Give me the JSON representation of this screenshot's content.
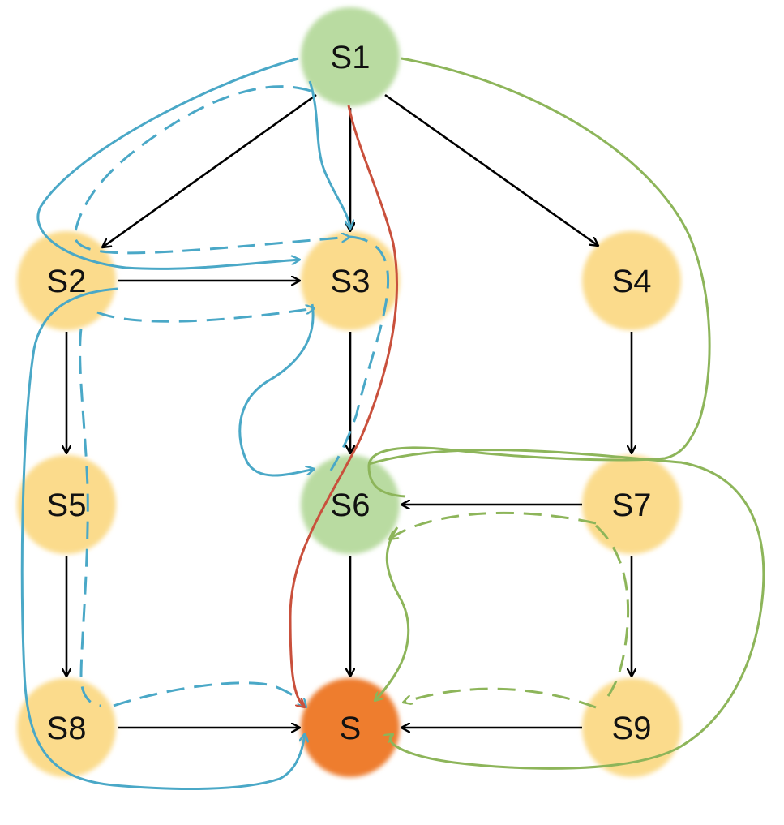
{
  "nodes": {
    "s1": {
      "label": "S1",
      "color": "#b9dba1"
    },
    "s2": {
      "label": "S2",
      "color": "#fbdb8c"
    },
    "s3": {
      "label": "S3",
      "color": "#fbdb8c"
    },
    "s4": {
      "label": "S4",
      "color": "#fbdb8c"
    },
    "s5": {
      "label": "S5",
      "color": "#fbdb8c"
    },
    "s6": {
      "label": "S6",
      "color": "#b9dba1"
    },
    "s7": {
      "label": "S7",
      "color": "#fbdb8c"
    },
    "s8": {
      "label": "S8",
      "color": "#fbdb8c"
    },
    "s9": {
      "label": "S9",
      "color": "#fbdb8c"
    },
    "s": {
      "label": "S",
      "color": "#ee7d2f"
    }
  },
  "edges": [
    {
      "from": "S1",
      "to": "S2"
    },
    {
      "from": "S1",
      "to": "S3"
    },
    {
      "from": "S1",
      "to": "S4"
    },
    {
      "from": "S2",
      "to": "S3"
    },
    {
      "from": "S2",
      "to": "S5"
    },
    {
      "from": "S3",
      "to": "S6"
    },
    {
      "from": "S4",
      "to": "S7"
    },
    {
      "from": "S5",
      "to": "S8"
    },
    {
      "from": "S6",
      "to": "S"
    },
    {
      "from": "S7",
      "to": "S6"
    },
    {
      "from": "S7",
      "to": "S9"
    },
    {
      "from": "S8",
      "to": "S"
    },
    {
      "from": "S9",
      "to": "S"
    }
  ],
  "path_colors": {
    "blue": "#4aa8c7",
    "green": "#8db55a",
    "red": "#c9503c"
  }
}
